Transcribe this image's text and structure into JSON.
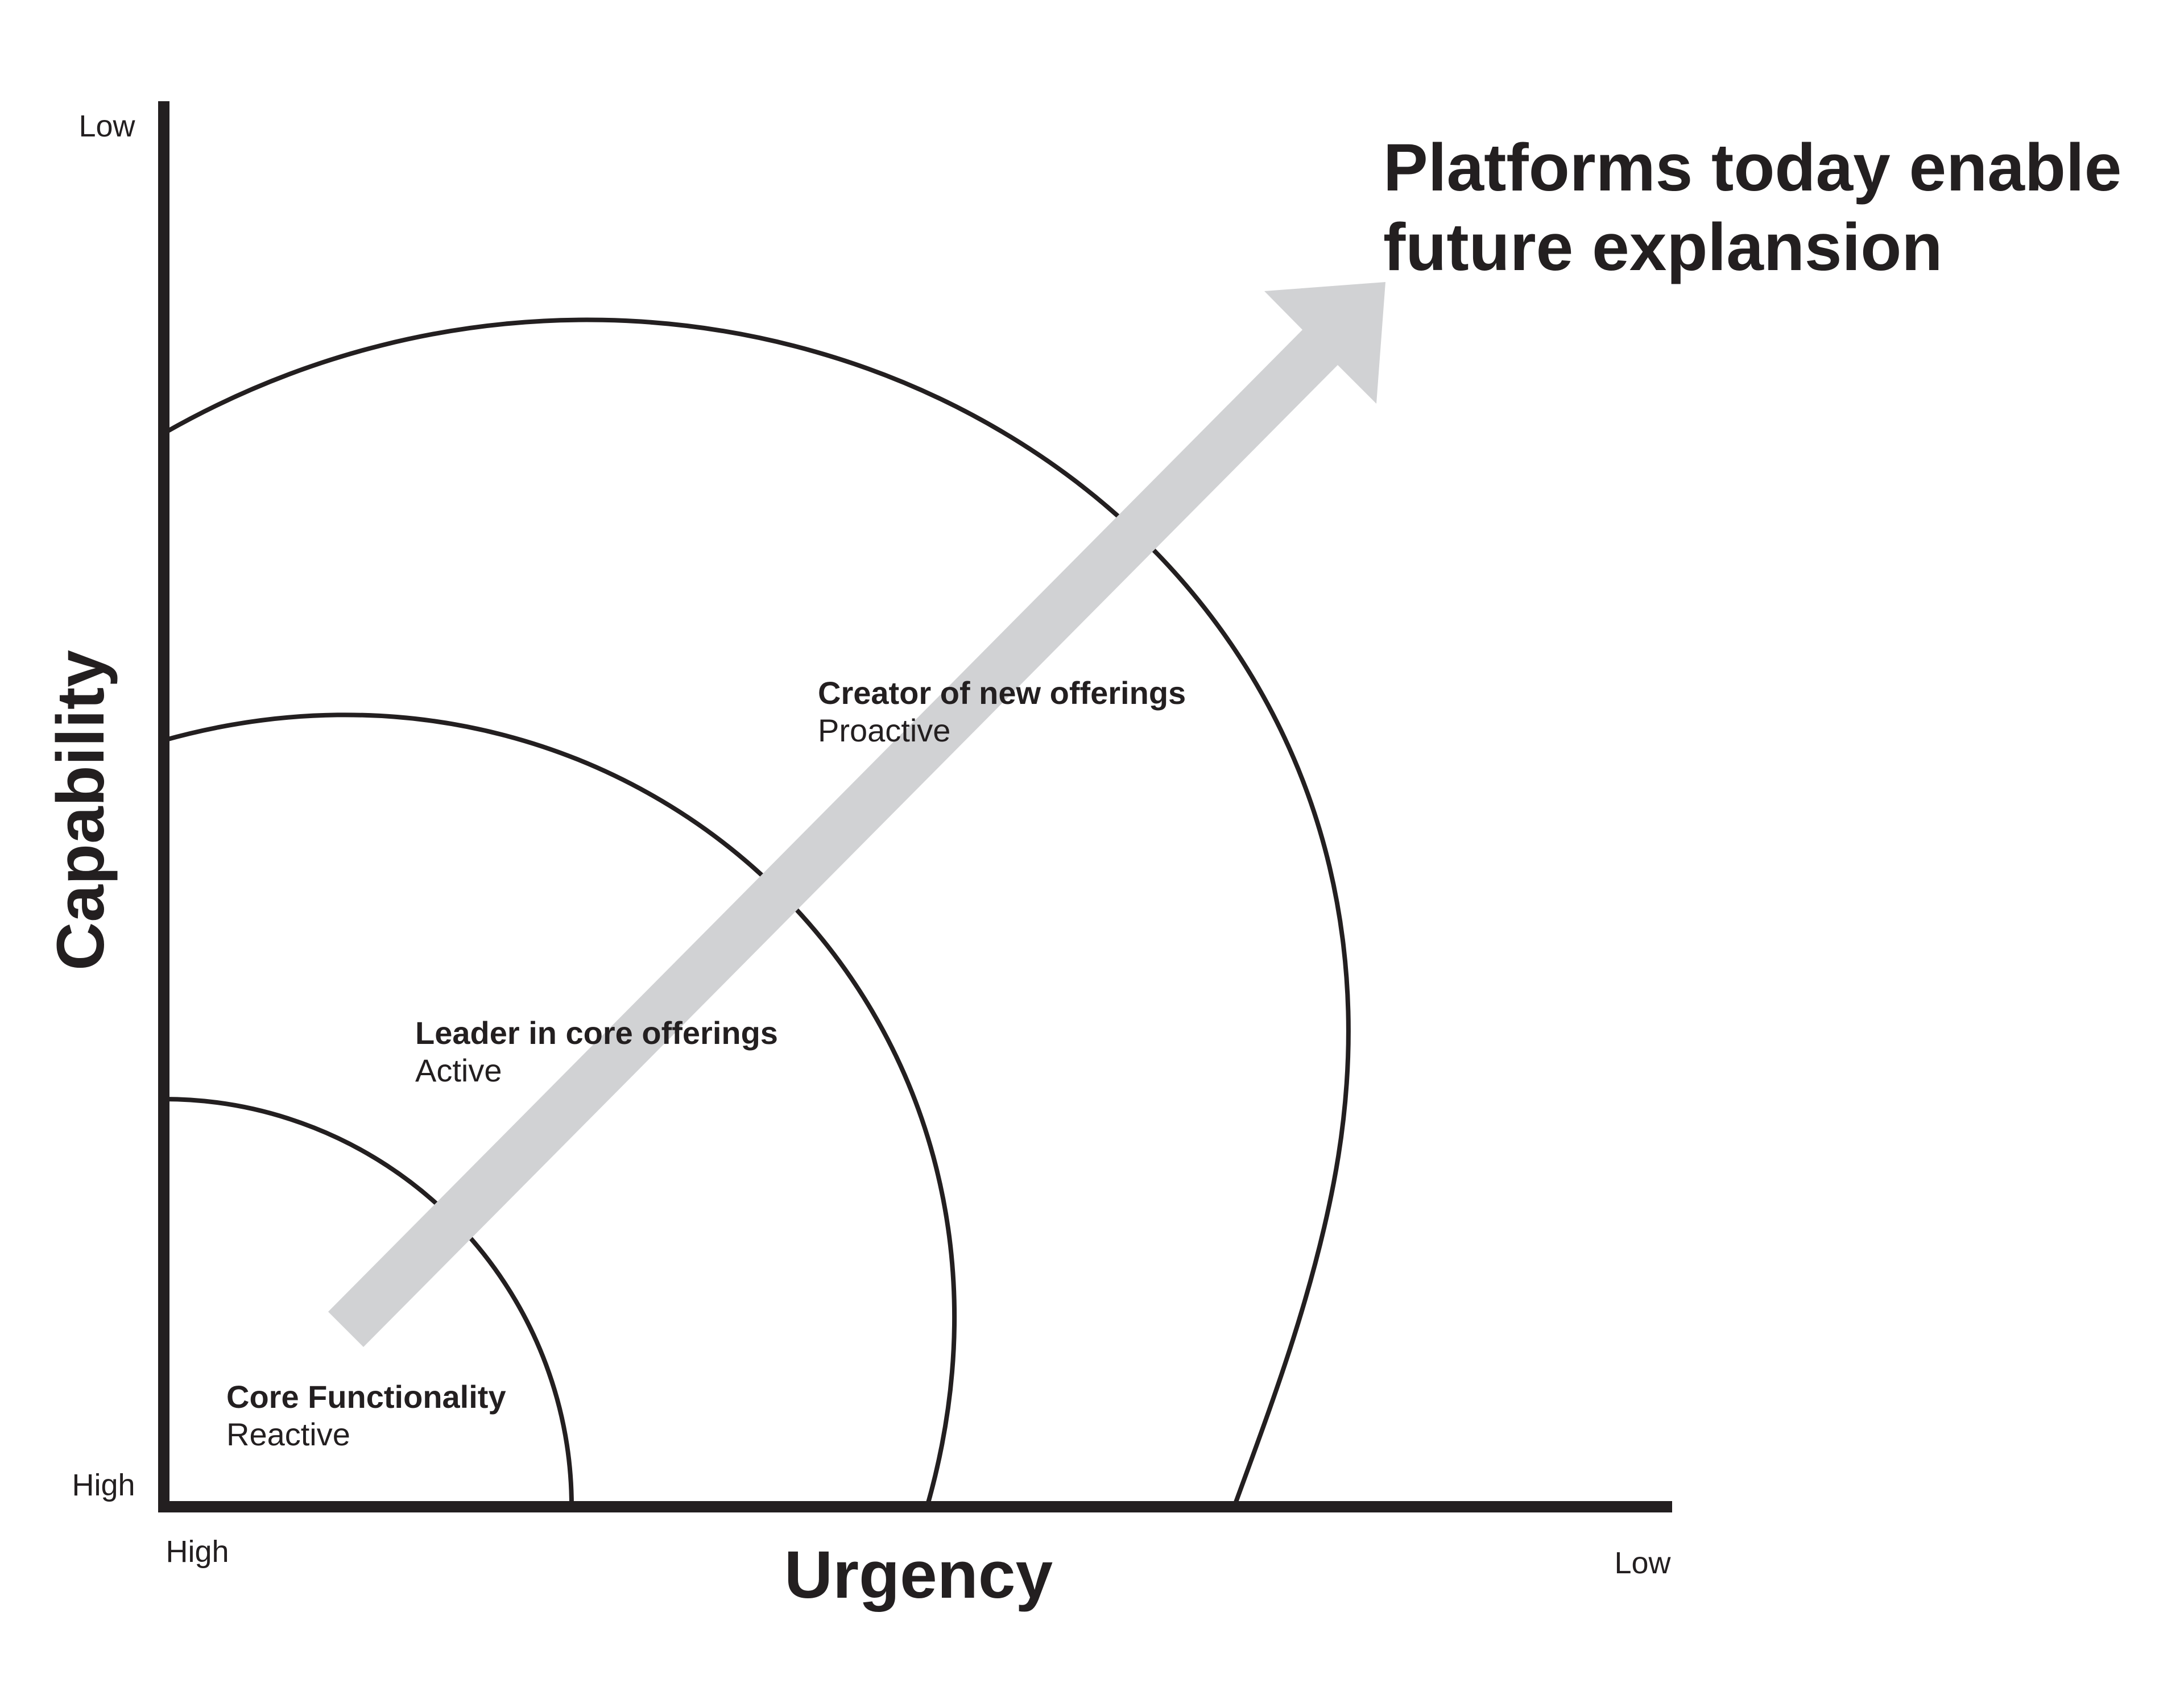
{
  "headline": {
    "line1": "Platforms today enable",
    "line2": "future explansion"
  },
  "y_axis": {
    "title": "Capability",
    "top_label": "Low",
    "bottom_label": "High"
  },
  "x_axis": {
    "title": "Urgency",
    "left_label": "High",
    "right_label": "Low"
  },
  "zones": [
    {
      "name": "Core Functionality",
      "mode": "Reactive"
    },
    {
      "name": "Leader in core offerings",
      "mode": "Active"
    },
    {
      "name": "Creator of new offerings",
      "mode": "Proactive"
    }
  ],
  "colors": {
    "ink": "#231f20",
    "arrow": "#d1d2d4",
    "background": "#ffffff"
  }
}
